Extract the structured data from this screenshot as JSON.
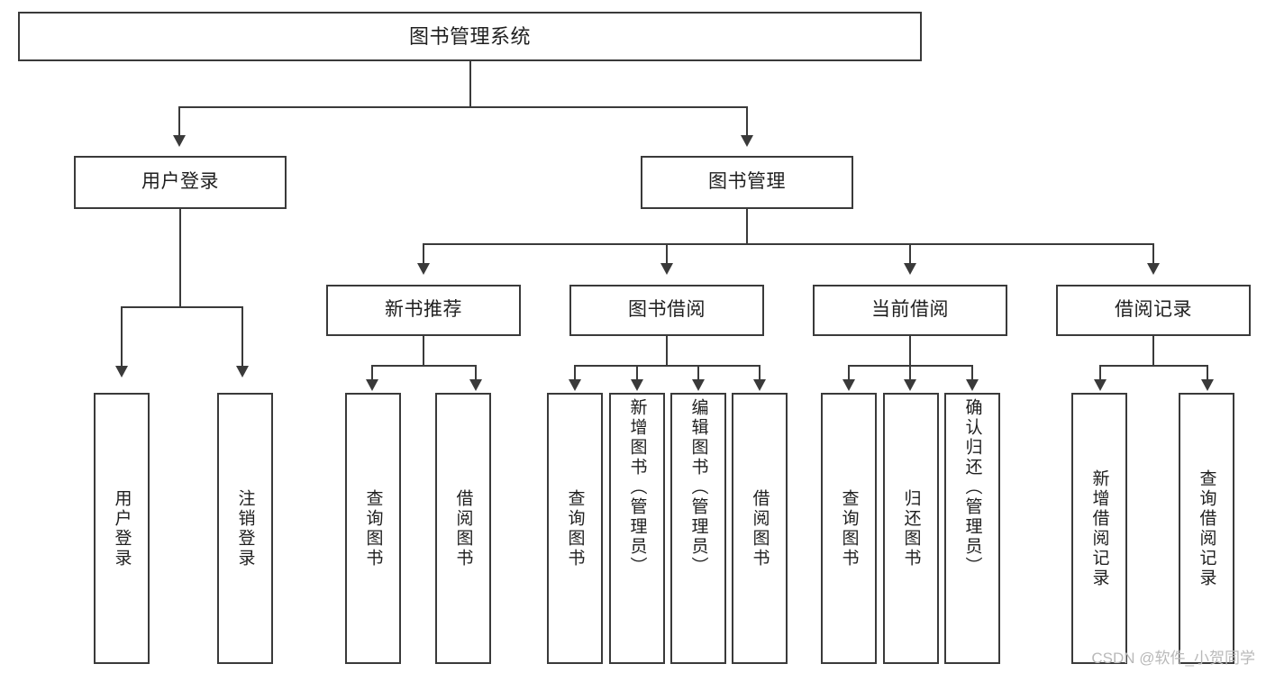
{
  "diagram": {
    "title": "图书管理系统",
    "type": "tree",
    "watermark": "CSDN @软件_小贺同学",
    "colors": {
      "box_border": "#3a3a3a",
      "box_fill": "#ffffff",
      "text": "#1f1f1f",
      "connector": "#3a3a3a",
      "watermark": "#b9b9b9",
      "background": "#ffffff"
    },
    "root": {
      "label": "图书管理系统"
    },
    "level2": [
      {
        "label": "用户登录"
      },
      {
        "label": "图书管理"
      }
    ],
    "level3": [
      {
        "label": "新书推荐"
      },
      {
        "label": "图书借阅"
      },
      {
        "label": "当前借阅"
      },
      {
        "label": "借阅记录"
      }
    ],
    "leaves": {
      "user_login": [
        {
          "label": "用户登录"
        },
        {
          "label": "注销登录"
        }
      ],
      "new_book_recommend": [
        {
          "label": "查询图书"
        },
        {
          "label": "借阅图书"
        }
      ],
      "book_borrow": [
        {
          "label": "查询图书"
        },
        {
          "label": "新增图书（管理员）"
        },
        {
          "label": "编辑图书（管理员）"
        },
        {
          "label": "借阅图书"
        }
      ],
      "current_borrow": [
        {
          "label": "查询图书"
        },
        {
          "label": "归还图书"
        },
        {
          "label": "确认归还（管理员）"
        }
      ],
      "borrow_record": [
        {
          "label": "新增借阅记录"
        },
        {
          "label": "查询借阅记录"
        }
      ]
    }
  }
}
